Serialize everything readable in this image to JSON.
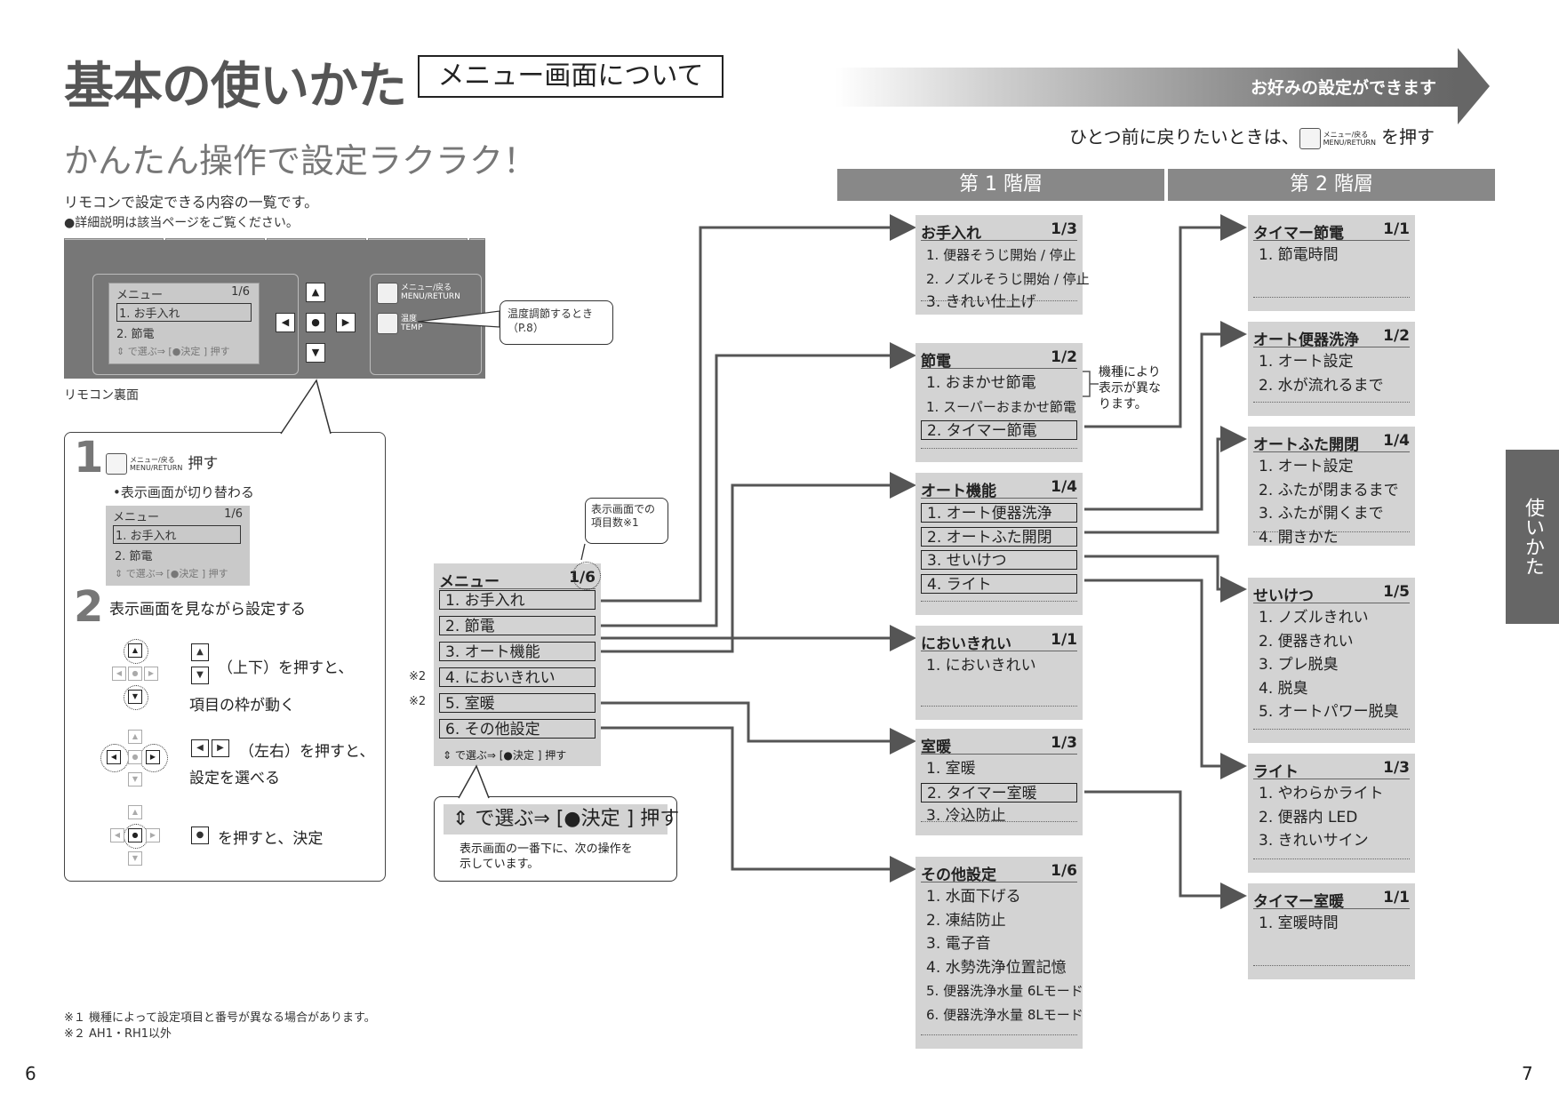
{
  "header": {
    "title": "基本の使いかた",
    "section": "メニュー画面について",
    "banner": "お好みの設定ができます",
    "subtitle": "かんたん操作で設定ラクラク！",
    "back_note_pre": "ひとつ前に戻りたいときは、",
    "back_note_post": "を押す",
    "menu_btn_label_1": "メニュー/戻る",
    "menu_btn_label_2": "MENU/RETURN"
  },
  "intro": {
    "line1": "リモコンで設定できる内容の一覧です。",
    "line2": "●詳細説明は該当ページをご覧ください。"
  },
  "remote": {
    "lcd_title": "メニュー",
    "lcd_page": "1/6",
    "lcd_item1": "1. お手入れ",
    "lcd_item2": "2. 節電",
    "lcd_hint": "⇕ で選ぶ⇒ [●決定 ] 押す",
    "menu_label_1": "メニュー/戻る",
    "menu_label_2": "MENU/RETURN",
    "temp_label_1": "温度",
    "temp_label_2": "TEMP",
    "temp_callout_1": "温度調節するとき",
    "temp_callout_2": "（P.8）",
    "back_label": "リモコン裏面",
    "up": "▲",
    "down": "▼",
    "left": "◀",
    "right": "▶",
    "center": "●"
  },
  "steps": {
    "s1_num": "1",
    "s1_text": "押す",
    "s1_note": "•表示画面が切り替わる",
    "s2_num": "2",
    "s2_text": "表示画面を見ながら設定する",
    "updown_text": "（上下）を押すと、",
    "updown_text2": "項目の枠が動く",
    "lr_text": "（左右）を押すと、",
    "lr_text2": "設定を選べる",
    "center_text": "を押すと、決定"
  },
  "main_menu": {
    "title": "メニュー",
    "page": "1/6",
    "items": [
      "1. お手入れ",
      "2. 節電",
      "3. オート機能",
      "4. においきれい",
      "5. 室暖",
      "6. その他設定"
    ],
    "footer": "⇕ で選ぶ⇒ [●決定 ] 押す",
    "star2": "※2",
    "items_note_1": "表示画面での",
    "items_note_2": "項目数※1"
  },
  "select_callout": {
    "main": "⇕ で選ぶ⇒ [●決定 ] 押す",
    "desc1": "表示画面の一番下に、次の操作を",
    "desc2": "示しています。"
  },
  "headers": {
    "level1": "第 1 階層",
    "level2": "第 2 階層"
  },
  "level1": [
    {
      "title": "お手入れ",
      "page": "1/3",
      "items": [
        "1. 便器そうじ開始 / 停止",
        "2. ノズルそうじ開始 / 停止",
        "3. きれい仕上げ"
      ]
    },
    {
      "title": "節電",
      "page": "1/2",
      "items": [
        "1. おまかせ節電",
        "1. スーパーおまかせ節電",
        "2. タイマー節電"
      ]
    },
    {
      "title": "オート機能",
      "page": "1/4",
      "items": [
        "1. オート便器洗浄",
        "2. オートふた開閉",
        "3. せいけつ",
        "4. ライト"
      ]
    },
    {
      "title": "においきれい",
      "page": "1/1",
      "items": [
        "1. においきれい"
      ]
    },
    {
      "title": "室暖",
      "page": "1/3",
      "items": [
        "1. 室暖",
        "2. タイマー室暖",
        "3. 冷込防止"
      ]
    },
    {
      "title": "その他設定",
      "page": "1/6",
      "items": [
        "1. 水面下げる",
        "2. 凍結防止",
        "3. 電子音",
        "4. 水勢洗浄位置記憶",
        "5. 便器洗浄水量 6Lモード",
        "6. 便器洗浄水量 8Lモード"
      ]
    }
  ],
  "model_note": [
    "機種により",
    "表示が異な",
    "ります。"
  ],
  "level2": [
    {
      "title": "タイマー節電",
      "page": "1/1",
      "items": [
        "1. 節電時間"
      ]
    },
    {
      "title": "オート便器洗浄",
      "page": "1/2",
      "items": [
        "1. オート設定",
        "2. 水が流れるまで"
      ]
    },
    {
      "title": "オートふた開閉",
      "page": "1/4",
      "items": [
        "1. オート設定",
        "2. ふたが閉まるまで",
        "3. ふたが開くまで",
        "4. 開きかた"
      ]
    },
    {
      "title": "せいけつ",
      "page": "1/5",
      "items": [
        "1. ノズルきれい",
        "2. 便器きれい",
        "3. プレ脱臭",
        "4. 脱臭",
        "5. オートパワー脱臭"
      ]
    },
    {
      "title": "ライト",
      "page": "1/3",
      "items": [
        "1. やわらかライト",
        "2. 便器内 LED",
        "3. きれいサイン"
      ]
    },
    {
      "title": "タイマー室暖",
      "page": "1/1",
      "items": [
        "1. 室暖時間"
      ]
    }
  ],
  "side_tab": "使いかた",
  "footnotes": {
    "n1": "※１ 機種によって設定項目と番号が異なる場合があります。",
    "n2": "※２ AH1・RH1以外"
  },
  "page_numbers": {
    "left": "6",
    "right": "7"
  }
}
